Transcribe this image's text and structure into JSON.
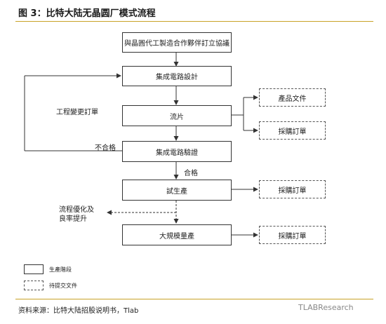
{
  "title": "图 3：比特大陆无晶圆厂模式流程",
  "boxes": {
    "contract": "與晶圓代工製造合作夥伴訂立協議",
    "ic_design": "集成電路設計",
    "tapeout": "流片",
    "ic_verify": "集成電路驗證",
    "trial": "試生產",
    "mass": "大規模量產"
  },
  "docs": {
    "product_docs": "產品文件",
    "po1": "採購訂單",
    "po2": "採購訂單",
    "po3": "採購訂單"
  },
  "labels": {
    "eco": "工程變更訂單",
    "fail": "不合格",
    "pass": "合格",
    "optimize_line1": "流程優化及",
    "optimize_line2": "良率提升"
  },
  "legend": {
    "stage": "生產階段",
    "submit": "待提交文件"
  },
  "source": "资料来源：比特大陆招股说明书，Tlab",
  "watermark": "TLABResearch"
}
